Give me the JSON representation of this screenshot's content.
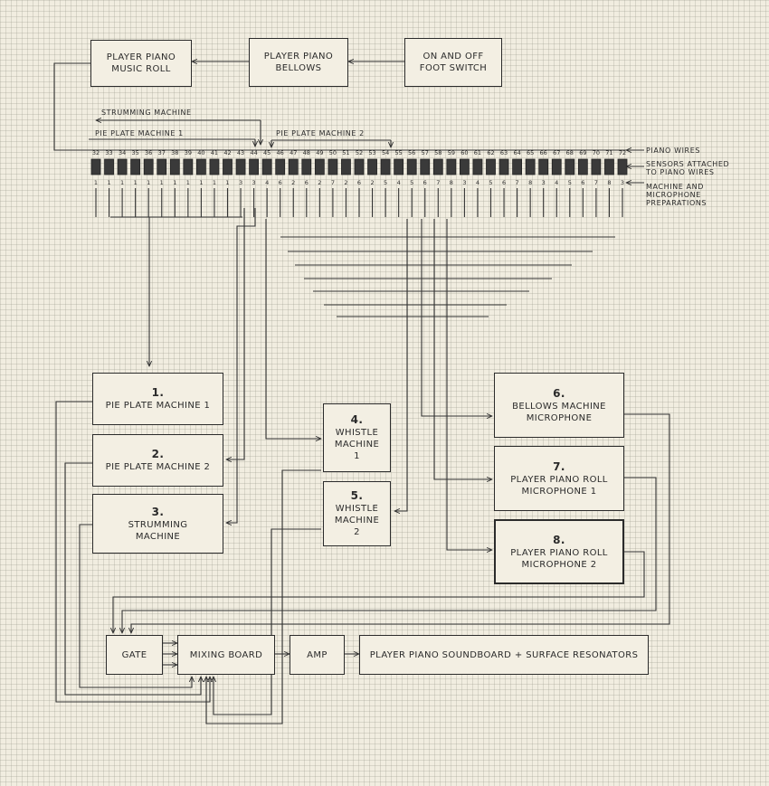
{
  "top_boxes": {
    "music_roll": "Player Piano\nMusic Roll",
    "bellows": "Player Piano\nBellows",
    "foot_switch": "On and Off\nFoot Switch"
  },
  "strip_labels": {
    "strumming": "Strumming Machine",
    "pie1": "Pie Plate Machine 1",
    "pie2": "Pie Plate Machine 2"
  },
  "wire_numbers": [
    "32",
    "33",
    "34",
    "35",
    "36",
    "37",
    "38",
    "39",
    "40",
    "41",
    "42",
    "43",
    "44",
    "45",
    "46",
    "47",
    "48",
    "49",
    "50",
    "51",
    "52",
    "53",
    "54",
    "55",
    "56",
    "57",
    "58",
    "59",
    "60",
    "61",
    "62",
    "63",
    "64",
    "65",
    "66",
    "67",
    "68",
    "69",
    "70",
    "71",
    "72"
  ],
  "prep_numbers": [
    "1",
    "1",
    "1",
    "1",
    "1",
    "1",
    "1",
    "1",
    "1",
    "1",
    "1",
    "3",
    "3",
    "4",
    "6",
    "2",
    "6",
    "2",
    "7",
    "2",
    "6",
    "2",
    "5",
    "4",
    "5",
    "6",
    "7",
    "8",
    "3",
    "4",
    "5",
    "6",
    "7",
    "8",
    "3",
    "4",
    "5",
    "6",
    "7",
    "8",
    "3"
  ],
  "side_labels": {
    "piano_wires": "Piano Wires",
    "sensors": "Sensors attached\nto piano wires",
    "preparations": "Machine and\nmicrophone\npreparations"
  },
  "machines": [
    {
      "num": "1.",
      "label": "Pie Plate Machine 1"
    },
    {
      "num": "2.",
      "label": "Pie Plate Machine 2"
    },
    {
      "num": "3.",
      "label": "Strumming\nMachine"
    },
    {
      "num": "4.",
      "label": "Whistle\nMachine\n1"
    },
    {
      "num": "5.",
      "label": "Whistle\nMachine\n2"
    },
    {
      "num": "6.",
      "label": "Bellows Machine\nMicrophone"
    },
    {
      "num": "7.",
      "label": "Player Piano Roll\nMicrophone 1"
    },
    {
      "num": "8.",
      "label": "Player Piano Roll\nMicrophone 2"
    }
  ],
  "chain": {
    "gate": "Gate",
    "mixer": "Mixing Board",
    "amp": "Amp",
    "output": "Player Piano Soundboard + Surface Resonators"
  }
}
